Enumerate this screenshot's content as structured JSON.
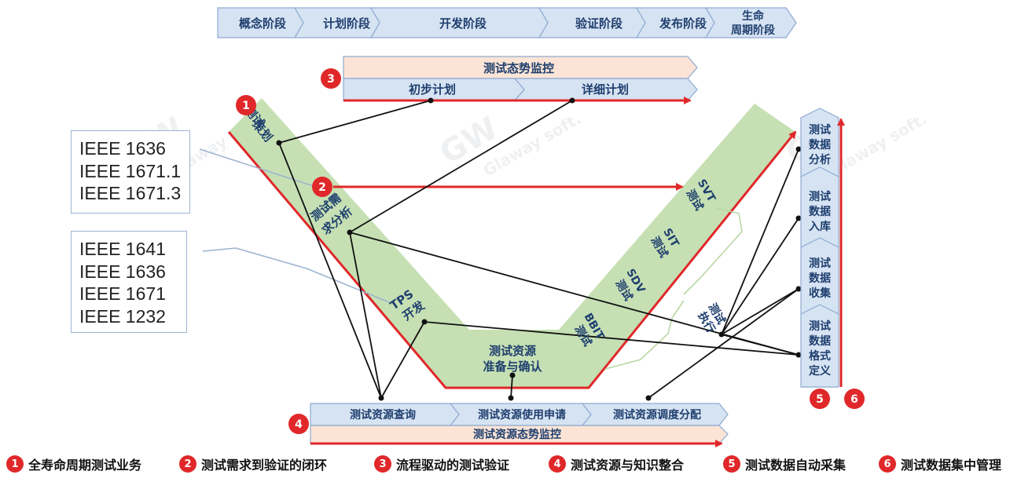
{
  "phases": [
    "概念阶段",
    "计划阶段",
    "开发阶段",
    "验证阶段",
    "发布阶段",
    [
      "生命",
      "周期阶段"
    ]
  ],
  "top_bar": {
    "monitor": "测试态势监控",
    "initial_plan": "初步计划",
    "detail_plan": "详细计划"
  },
  "v_stages": {
    "planning": [
      "测试",
      "策划"
    ],
    "requirement": [
      "测试需",
      "求分析"
    ],
    "tps": [
      "TPS",
      "开发"
    ],
    "resource": [
      "测试资源",
      "准备与确认"
    ],
    "bbit": [
      "BBIT",
      "测试"
    ],
    "sdv": [
      "SDV",
      "测试"
    ],
    "sit": [
      "SIT",
      "测试"
    ],
    "svt": [
      "SVT",
      "测试"
    ],
    "execute": [
      "测试",
      "执行"
    ]
  },
  "bottom_bar": {
    "query": "测试资源查询",
    "apply": "测试资源使用申请",
    "schedule": "测试资源调度分配",
    "monitor": "测试资源态势监控"
  },
  "right_column": [
    [
      "测试",
      "数据",
      "分析"
    ],
    [
      "测试",
      "数据",
      "入库"
    ],
    [
      "测试",
      "数据",
      "收集"
    ],
    [
      "测试",
      "数据",
      "格式",
      "定义"
    ]
  ],
  "standards": {
    "box1": [
      "IEEE 1636",
      "IEEE 1671.1",
      "IEEE 1671.3"
    ],
    "box2": [
      "IEEE 1641",
      "IEEE 1636",
      "IEEE 1671",
      "IEEE 1232"
    ]
  },
  "markers": {
    "m1": "1",
    "m2": "2",
    "m3": "3",
    "m4": "4",
    "m5": "5",
    "m6": "6"
  },
  "legend": [
    {
      "num": "1",
      "text": "全寿命周期测试业务"
    },
    {
      "num": "2",
      "text": "测试需求到验证的闭环"
    },
    {
      "num": "3",
      "text": "流程驱动的测试验证"
    },
    {
      "num": "4",
      "text": "测试资源与知识整合"
    },
    {
      "num": "5",
      "text": "测试数据自动采集"
    },
    {
      "num": "6",
      "text": "测试数据集中管理"
    }
  ],
  "colors": {
    "phase_fill": "#d6e3f3",
    "phase_stroke": "#8eaad0",
    "monitor_fill": "#fbe4d6",
    "v_fill": "#c6e0b4",
    "red": "#e0282a",
    "text": "#1f3f6e"
  }
}
